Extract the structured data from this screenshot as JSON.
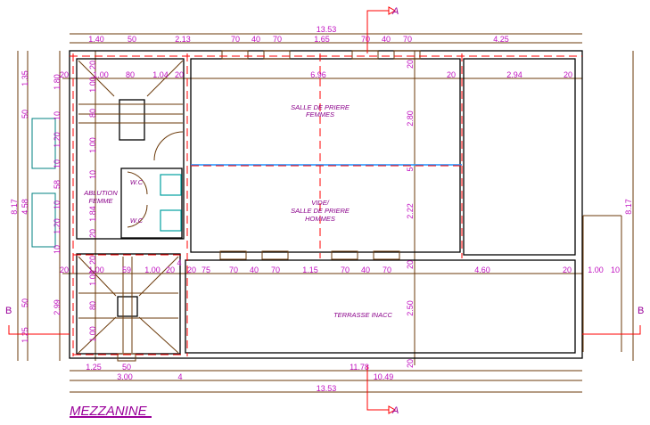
{
  "title": "MEZZANINE",
  "section_marks": {
    "a": "A",
    "b": "B"
  },
  "rooms": {
    "salle_femmes": [
      "SALLE DE PRIERE",
      "FEMMES"
    ],
    "salle_hommes": [
      "VIDE/",
      "SALLE DE PRIERE",
      "HOMMES"
    ],
    "wc": "W.C",
    "ablution": [
      "ABLUTION",
      "FEMME"
    ],
    "terrasse": "TERRASSE INACC"
  },
  "dims": {
    "top_total": "13.53",
    "top": [
      "1.40",
      "50",
      "2.13",
      "70",
      "40",
      "70",
      "1.65",
      "70",
      "40",
      "70",
      "4.25"
    ],
    "row1": [
      "20",
      "1.00",
      "80",
      "1.04",
      "20",
      "6.96",
      "20",
      "2.94",
      "20"
    ],
    "row2": [
      "20",
      "1.00",
      "59",
      "1.00",
      "20",
      "4",
      "20",
      "75",
      "70",
      "40",
      "70",
      "1.15",
      "70",
      "40",
      "70",
      "4.60",
      "20",
      "1.00",
      "10"
    ],
    "bottom": [
      "1.25",
      "50",
      "11.78",
      "3.00",
      "4",
      "10.49",
      "13.53"
    ],
    "left_outer": [
      "1.35",
      "50",
      "8.17",
      "4.58",
      "50",
      "1.25"
    ],
    "left_inner": [
      "1.80",
      "10",
      "1.20",
      "10",
      "58",
      "10",
      "1.20",
      "10",
      "2.99"
    ],
    "left_stair": [
      "1.00",
      "20",
      "80",
      "1.00",
      "10",
      "1.84",
      "20",
      "1.00",
      "80",
      "1.00",
      "20"
    ],
    "mid": [
      "20",
      "2.80",
      "5",
      "2.22",
      "20",
      "2.50",
      "20"
    ],
    "right": "8.17"
  },
  "colors": {
    "dimension": "#c010c0",
    "wall": "#000000",
    "axis": "#ff0000",
    "frame": "#6b3a0a",
    "glass": "#1e90ff",
    "fixture": "#00a0a0"
  }
}
